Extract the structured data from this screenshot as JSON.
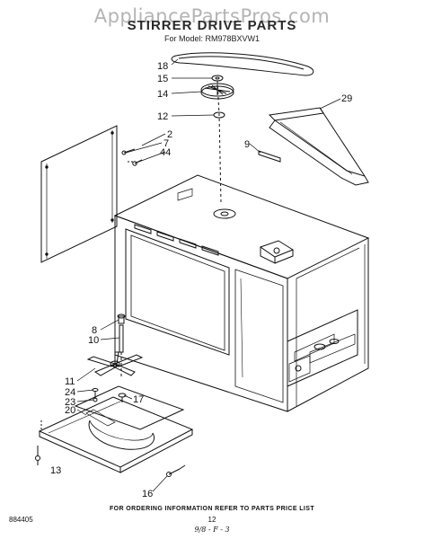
{
  "watermark": "AppliancePartsPros.com",
  "title": "STIRRER DRIVE PARTS",
  "model_line": "For Model: RM978BXVW1",
  "callouts": {
    "c18": "18",
    "c15": "15",
    "c14": "14",
    "c12": "12",
    "c29": "29",
    "c2": "2",
    "c7": "7",
    "c44": "44",
    "c9": "9",
    "c8": "8",
    "c10": "10",
    "c11": "11",
    "c24": "24",
    "c23": "23",
    "c20": "20",
    "c17": "17",
    "c13": "13",
    "c16": "16"
  },
  "footer_text": "FOR ORDERING INFORMATION REFER TO PARTS PRICE LIST",
  "doc_number": "884405",
  "page_number": "12",
  "hand_note": "9/8 - F - 3"
}
